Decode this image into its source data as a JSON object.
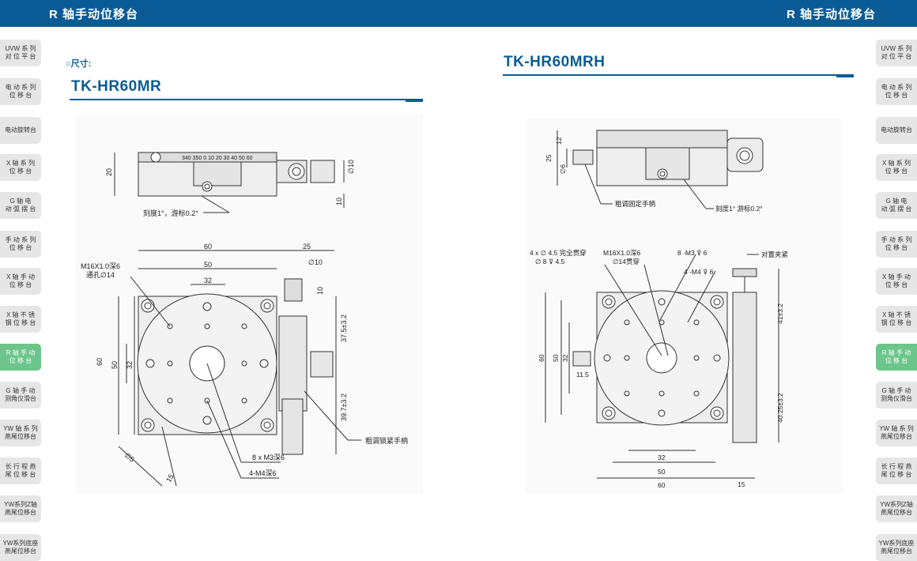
{
  "header": {
    "title_left": "R 轴手动位移台",
    "title_right": "R 轴手动位移台"
  },
  "nav_left": [
    "UVW 系 列\n对 位 平 台",
    "电 动 系 列\n位 移 台",
    "电动旋转台",
    "X 轴 系 列\n位 移 台",
    "G 轴 电\n动 弧 摆 台",
    "手 动 系 列\n位 移 台",
    "X 轴 手 动\n位 移 台",
    "X 轴 不 锈\n钢 位 移 台",
    "R 轴 手 动\n位 移 台",
    "G 轴 手 动\n测角仪滑台",
    "YW 轴 系 列\n燕尾位移台",
    "长 行 程 燕\n尾 位 移 台",
    "YW系列Z轴\n燕尾位移台",
    "YW系列底座\n燕尾位移台"
  ],
  "nav_right": [
    "UVW 系 列\n对 位 平 台",
    "电 动 系 列\n位 移 台",
    "电动旋转台",
    "X 轴 系 列\n位 移 台",
    "G 轴 电\n动 弧 摆 台",
    "手 动 系 列\n位 移 台",
    "X 轴 手 动\n位 移 台",
    "X 轴 不 锈\n钢 位 移 台",
    "R 轴 手 动\n位 移 台",
    "G 轴 手 动\n测角仪滑台",
    "YW 轴 系 列\n燕尾位移台",
    "长 行 程 燕\n尾 位 移 台",
    "YW系列Z轴\n燕尾位移台",
    "YW系列底座\n燕尾位移台"
  ],
  "active_nav_index": 8,
  "colors": {
    "brand": "#0a5b95",
    "active": "#6cc58b"
  },
  "section_label": "○尺寸:",
  "left_model": "TK-HR60MR",
  "right_model": "TK-HR60MRH",
  "left_drawing": {
    "scale_text": "340 350  0  10  20  30  40  50  60",
    "dim_20": "20",
    "dim_phi10": "∅10",
    "dim_10": "10",
    "note_scale": "刻度1°，游标0.2°",
    "dim_60": "60",
    "dim_50": "50",
    "dim_32": "32",
    "dim_25": "25",
    "hole_label_1": "M16X1.0深6",
    "hole_label_2": "通孔∅14",
    "dim_phi10_b": "∅10",
    "dim_10_b": "10",
    "dim_60_v": "60",
    "dim_50_v": "50",
    "dim_32_v": "32",
    "dim_37": "37.5±3.2",
    "dim_39": "39.7±3.2",
    "note_handle": "粗调锁紧手柄",
    "note_m3": "8 x  M3深6",
    "note_m4": "4-M4深6",
    "dim_phi5": "∅5",
    "dim_15": "15"
  },
  "right_drawing": {
    "dim_25": "25",
    "dim_12": "12",
    "dim_phi6": "∅6",
    "note_fix": "粗调固定手柄",
    "note_scale": "刻度1° 游标0.2°",
    "label_holes_1": "4 x ∅ 4.5 完全贯穿",
    "label_holes_2": "∅ 8 ⊽ 4.5",
    "label_m16_1": "M16X1.0深6",
    "label_m16_2": "∅14贯穿",
    "label_m3": "8 -M3 ⊽ 6",
    "label_m4": "4 -M4 ⊽ 6",
    "note_clamp": "对置夹紧",
    "dim_60_v": "60",
    "dim_50_v": "50",
    "dim_32_v": "32",
    "dim_11": "11.5",
    "dim_41": "41±3.2",
    "dim_40": "40.25±3.2",
    "dim_32_h": "32",
    "dim_50_h": "50",
    "dim_60_h": "60",
    "dim_15": "15"
  }
}
